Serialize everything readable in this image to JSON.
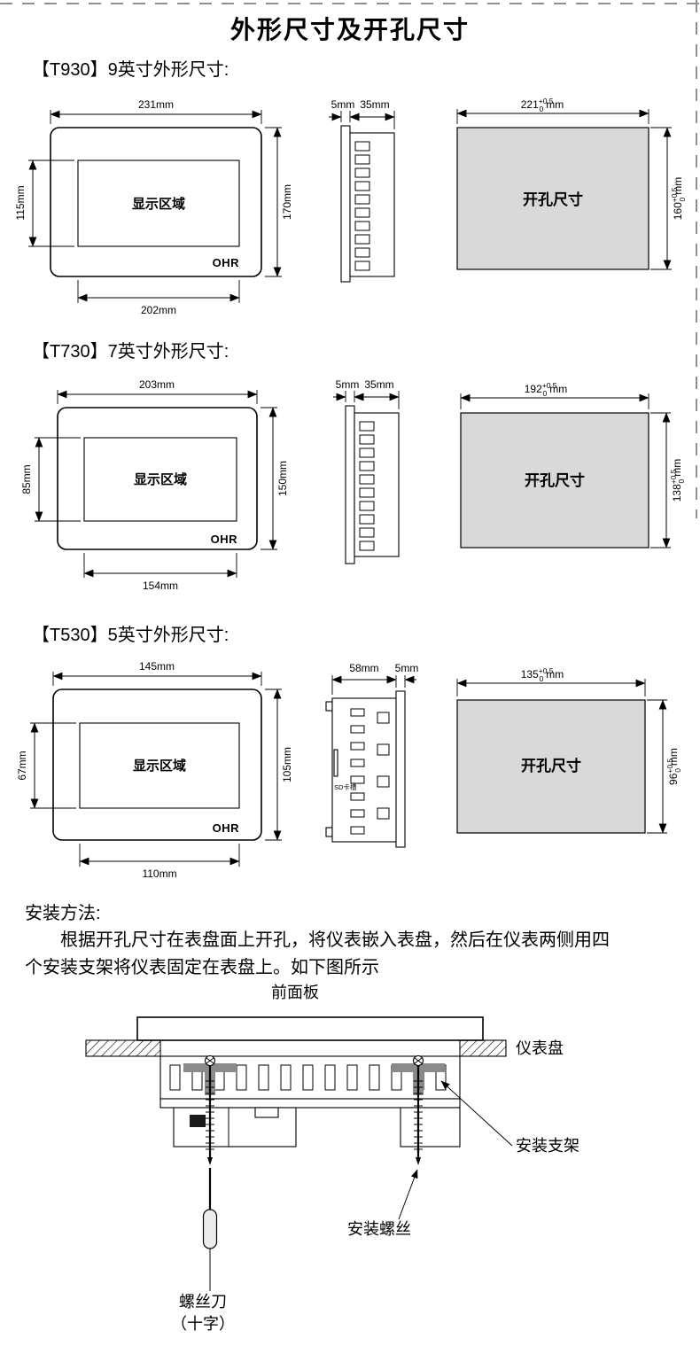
{
  "page": {
    "title": "外形尺寸及开孔尺寸"
  },
  "sections": [
    {
      "heading": {
        "model": "【T930】",
        "text": "9英寸外形尺寸:"
      },
      "front": {
        "width": "231mm",
        "height": "170mm",
        "display_height": "115mm",
        "display_width": "202mm",
        "display_label": "显示区域",
        "brand": "OHR"
      },
      "side": {
        "flange": "5mm",
        "body": "35mm"
      },
      "cutout": {
        "label": "开孔尺寸",
        "width_value": "221",
        "width_tol_top": "+0.5",
        "width_tol_bottom": "0",
        "width_unit": "mm",
        "height_value": "160",
        "height_tol_top": "+0.5",
        "height_tol_bottom": "0",
        "height_unit": "mm"
      }
    },
    {
      "heading": {
        "model": "【T730】",
        "text": "7英寸外形尺寸:"
      },
      "front": {
        "width": "203mm",
        "height": "150mm",
        "display_height": "85mm",
        "display_width": "154mm",
        "display_label": "显示区域",
        "brand": "OHR"
      },
      "side": {
        "flange": "5mm",
        "body": "35mm"
      },
      "cutout": {
        "label": "开孔尺寸",
        "width_value": "192",
        "width_tol_top": "+0.5",
        "width_tol_bottom": "0",
        "width_unit": "mm",
        "height_value": "138",
        "height_tol_top": "+0.5",
        "height_tol_bottom": "0",
        "height_unit": "mm"
      }
    },
    {
      "heading": {
        "model": "【T530】",
        "text": "5英寸外形尺寸:"
      },
      "front": {
        "width": "145mm",
        "height": "105mm",
        "display_height": "67mm",
        "display_width": "110mm",
        "display_label": "显示区域",
        "brand": "OHR"
      },
      "side": {
        "body": "58mm",
        "flange": "5mm",
        "sd_slot": "SD卡槽"
      },
      "cutout": {
        "label": "开孔尺寸",
        "width_value": "135",
        "width_tol_top": "+0.5",
        "width_tol_bottom": "0",
        "width_unit": "mm",
        "height_value": "96",
        "height_tol_top": "+0.5",
        "height_tol_bottom": "0",
        "height_unit": "mm"
      }
    }
  ],
  "install": {
    "heading": "安装方法:",
    "para_line1": "根据开孔尺寸在表盘面上开孔，将仪表嵌入表盘，然后在仪表两侧用四",
    "para_line2": "个安装支架将仪表固定在表盘上。如下图所示",
    "labels": {
      "front_panel": "前面板",
      "panel": "仪表盘",
      "bracket": "安装支架",
      "screw": "安装螺丝",
      "screwdriver": "螺丝刀",
      "screwdriver_type": "（十字）"
    }
  },
  "colors": {
    "cutout_fill": "#d9d9d9",
    "bracket_fill": "#8a8a8a"
  }
}
